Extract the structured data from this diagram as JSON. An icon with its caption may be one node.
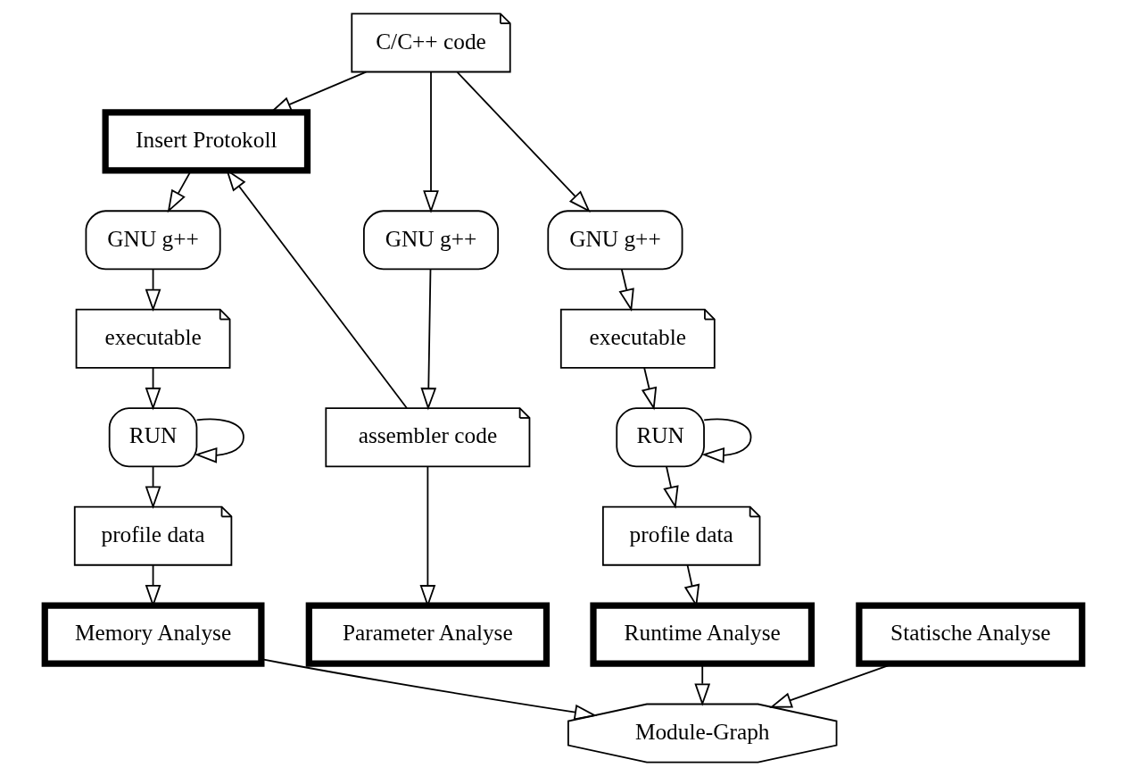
{
  "diagram": {
    "nodes": [
      {
        "text": [
          "C/C++ code"
        ]
      },
      {
        "text": [
          "Insert Protokoll"
        ]
      },
      {
        "text": [
          "GNU g++"
        ]
      },
      {
        "text": [
          "GNU g++"
        ]
      },
      {
        "text": [
          "GNU g++"
        ]
      },
      {
        "text": [
          "assembler code"
        ]
      },
      {
        "text": [
          "executable"
        ]
      },
      {
        "text": [
          "executable"
        ]
      },
      {
        "text": [
          "RUN"
        ]
      },
      {
        "text": [
          "RUN"
        ]
      },
      {
        "text": [
          "profile data"
        ]
      },
      {
        "text": [
          "profile data"
        ]
      },
      {
        "text": [
          "Parameter Analyse"
        ]
      },
      {
        "text": [
          "Statische Analyse"
        ]
      },
      {
        "text": [
          "Memory Analyse"
        ]
      },
      {
        "text": [
          "Runtime Analyse"
        ]
      },
      {
        "text": [
          "Module-Graph"
        ]
      }
    ],
    "edges": [
      {
        "from": 0,
        "to": 2,
        "arrow": "to"
      },
      {
        "from": 0,
        "to": 1,
        "arrow": "to"
      },
      {
        "from": 0,
        "to": 4,
        "arrow": "to"
      },
      {
        "from": 5,
        "to": 1,
        "arrow": "to"
      },
      {
        "from": 1,
        "to": 3,
        "arrow": "to"
      },
      {
        "from": 2,
        "to": 5,
        "arrow": "to"
      },
      {
        "from": 3,
        "to": 6,
        "arrow": "to"
      },
      {
        "from": 4,
        "to": 7,
        "arrow": "to"
      },
      {
        "from": 5,
        "to": 12,
        "arrow": "to"
      },
      {
        "from": 6,
        "to": 8,
        "arrow": "to"
      },
      {
        "from": 8,
        "to": 8,
        "arrow": "to"
      },
      {
        "from": 7,
        "to": 9,
        "arrow": "to"
      },
      {
        "from": 9,
        "to": 9,
        "arrow": "to"
      },
      {
        "from": 8,
        "to": 10,
        "arrow": "to"
      },
      {
        "from": 9,
        "to": 11,
        "arrow": "to"
      },
      {
        "from": 10,
        "to": 14,
        "arrow": "to"
      },
      {
        "from": 11,
        "to": 15,
        "arrow": "to"
      },
      {
        "from": 13,
        "to": 16,
        "arrow": "to"
      },
      {
        "from": 14,
        "to": 16,
        "arrow": "to"
      },
      {
        "from": 15,
        "to": 16,
        "arrow": "to"
      }
    ]
  }
}
